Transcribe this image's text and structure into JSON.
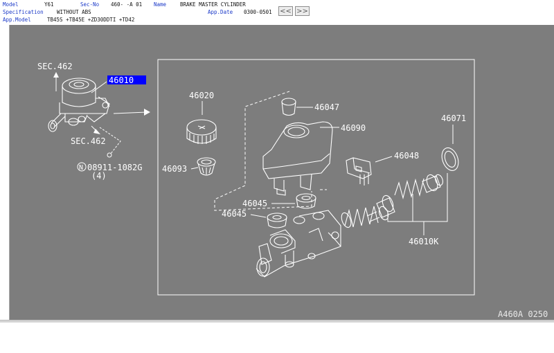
{
  "header": {
    "model_label": "Model",
    "model_value": "Y61",
    "secno_label": "Sec-No",
    "secno_value": "460-   -A 01",
    "name_label": "Name",
    "name_value": "BRAKE MASTER CYLINDER",
    "spec_label": "Specification",
    "spec_value": "WITHOUT ABS",
    "appdate_label": "App.Date",
    "appdate_value": "0300-0501",
    "appmodel_label": "App.Model",
    "appmodel_value": "TB45S +TB45E +ZD30DDTI +TD42",
    "prev_button": "<<",
    "next_button": ">>"
  },
  "diagram": {
    "drawing_code": "A460A 0250",
    "sec_ref_top": "SEC.462",
    "sec_ref_bottom": "SEC.462",
    "selected_part": "46010",
    "bolt_ref": "08911-1082G",
    "bolt_qty": "(4)",
    "bolt_symbol": "N",
    "parts": {
      "cap": "46020",
      "seal": "46047",
      "reservoir": "46090",
      "sensor": "46048",
      "repair_kit_seal": "46071",
      "strainer": "46093",
      "grommet_upper": "46045",
      "grommet_lower": "46045",
      "kit": "46010K"
    }
  },
  "colors": {
    "canvas_bg": "#7d7d7d",
    "line": "#ffffff",
    "label_blue": "#1a38c8",
    "highlight": "#0000ff"
  }
}
